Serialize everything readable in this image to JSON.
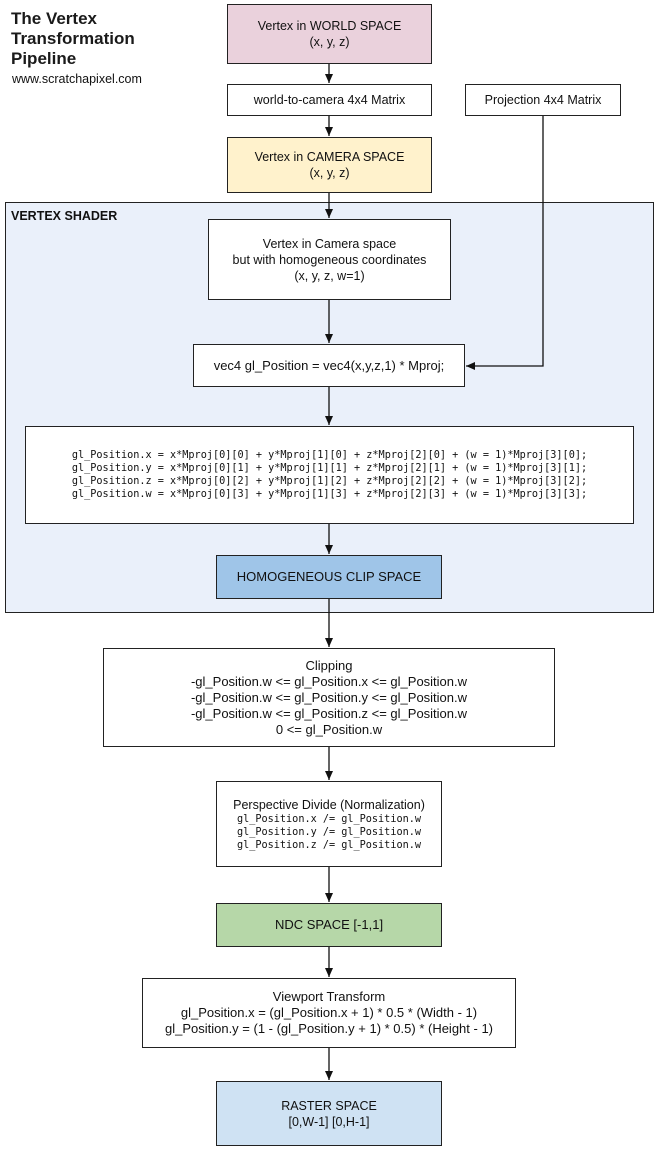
{
  "header": {
    "title": "The Vertex Transformation Pipeline",
    "site": "www.scratchapixel.com"
  },
  "colors": {
    "world_space": "#ead1dc",
    "camera_space": "#fff2cc",
    "vertex_shader_bg": "#eaf0fa",
    "clip_space": "#9fc5e8",
    "ndc_space": "#b6d7a8",
    "raster_space": "#cfe2f3"
  },
  "nodes": {
    "world": {
      "line1": "Vertex in WORLD SPACE",
      "line2": "(x, y, z)"
    },
    "world_to_camera": {
      "label": "world-to-camera 4x4 Matrix"
    },
    "projection_matrix": {
      "label": "Projection 4x4 Matrix"
    },
    "camera": {
      "line1": "Vertex in CAMERA SPACE",
      "line2": "(x, y, z)"
    },
    "vertex_shader": {
      "label": "VERTEX SHADER"
    },
    "homogeneous": {
      "line1": "Vertex in Camera space",
      "line2": "but with homogeneous coordinates",
      "line3": "(x, y, z, w=1)"
    },
    "gl_position": {
      "label": "vec4 gl_Position = vec4(x,y,z,1) * Mproj;"
    },
    "matrix_mult": {
      "lines": [
        "gl_Position.x = x*Mproj[0][0] + y*Mproj[1][0] + z*Mproj[2][0] + (w = 1)*Mproj[3][0];",
        "gl_Position.y = x*Mproj[0][1] + y*Mproj[1][1] + z*Mproj[2][1] + (w = 1)*Mproj[3][1];",
        "gl_Position.z = x*Mproj[0][2] + y*Mproj[1][2] + z*Mproj[2][2] + (w = 1)*Mproj[3][2];",
        "gl_Position.w = x*Mproj[0][3] + y*Mproj[1][3] + z*Mproj[2][3] + (w = 1)*Mproj[3][3];"
      ]
    },
    "clip_space": {
      "label": "HOMOGENEOUS CLIP SPACE"
    },
    "clipping": {
      "title": "Clipping",
      "lines": [
        "-gl_Position.w  <= gl_Position.x <= gl_Position.w",
        "-gl_Position.w  <= gl_Position.y <= gl_Position.w",
        "-gl_Position.w  <= gl_Position.z <= gl_Position.w",
        "0 <= gl_Position.w"
      ]
    },
    "perspective_divide": {
      "title": "Perspective Divide (Normalization)",
      "lines": [
        "gl_Position.x /= gl_Position.w",
        "gl_Position.y /= gl_Position.w",
        "gl_Position.z /= gl_Position.w"
      ]
    },
    "ndc": {
      "label": "NDC SPACE [-1,1]"
    },
    "viewport": {
      "title": "Viewport Transform",
      "lines": [
        "gl_Position.x = (gl_Position.x + 1) * 0.5 * (Width - 1)",
        "gl_Position.y = (1 - (gl_Position.y + 1) * 0.5) * (Height - 1)"
      ]
    },
    "raster": {
      "line1": "RASTER SPACE",
      "line2": "[0,W-1] [0,H-1]"
    }
  }
}
